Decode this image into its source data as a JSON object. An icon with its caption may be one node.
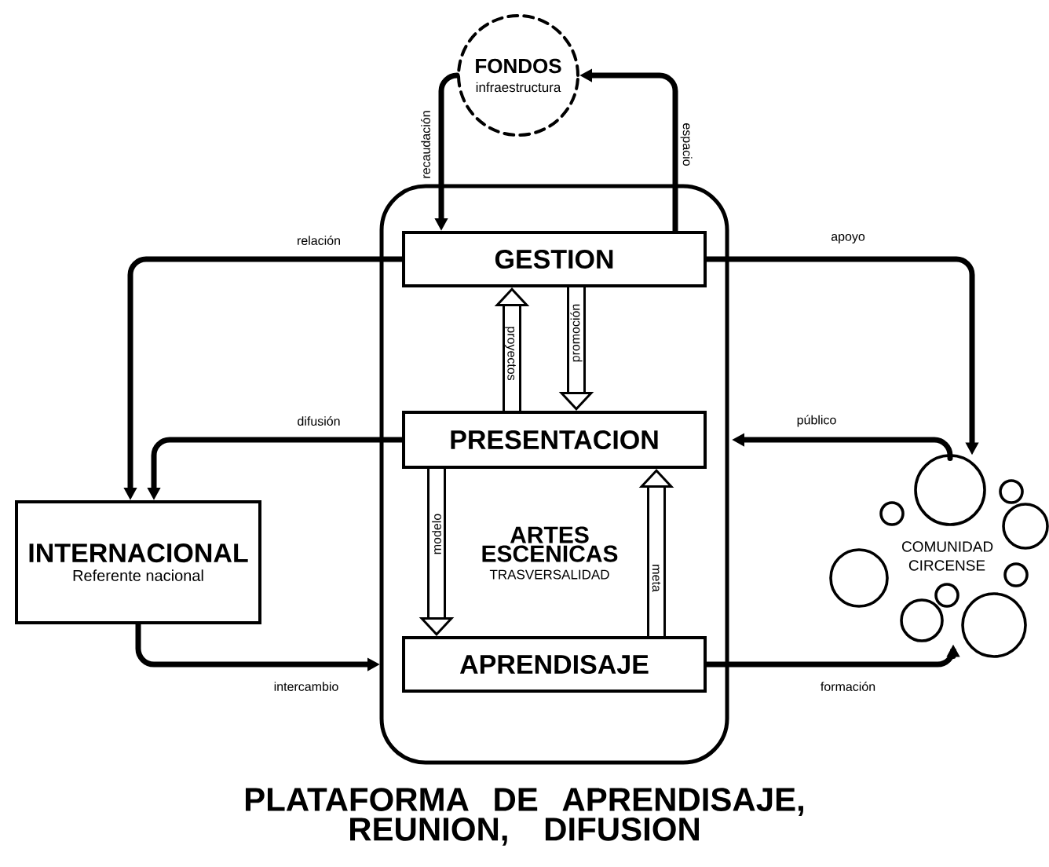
{
  "diagram": {
    "title": "PLATAFORMA DE APRENDISAJE, REUNION, DIFUSION",
    "nodes": [
      {
        "text": [
          "FONDOS",
          "infraestructura"
        ]
      },
      {
        "text": [
          "ARTES ESCENICAS",
          "TRASVERSALIDAD"
        ]
      },
      {
        "text": [
          "GESTION"
        ],
        "in": 1
      },
      {
        "text": [
          "PRESENTACION"
        ],
        "in": 1
      },
      {
        "text": [
          "APRENDISAJE"
        ],
        "in": 1
      },
      {
        "text": [
          "INTERNACIONAL",
          "Referente nacional"
        ]
      },
      {
        "text": [
          "COMUNIDAD CIRCENSE"
        ]
      }
    ],
    "edges": [
      {
        "from": 0,
        "to": 2,
        "arrow": "to",
        "label": "recaudación"
      },
      {
        "from": 2,
        "to": 0,
        "arrow": "to",
        "label": "espacio"
      },
      {
        "from": 2,
        "to": 5,
        "arrow": "to",
        "label": "relación"
      },
      {
        "from": 3,
        "to": 5,
        "arrow": "to",
        "label": "difusión"
      },
      {
        "from": 5,
        "to": 4,
        "arrow": "to",
        "label": "intercambio"
      },
      {
        "from": 3,
        "to": 2,
        "arrow": "to",
        "label": "proyectos",
        "style": "thick"
      },
      {
        "from": 2,
        "to": 3,
        "arrow": "to",
        "label": "promoción",
        "style": "thick"
      },
      {
        "from": 3,
        "to": 4,
        "arrow": "to",
        "label": "modelo",
        "style": "thick"
      },
      {
        "from": 4,
        "to": 3,
        "arrow": "to",
        "label": "meta",
        "style": "thick"
      },
      {
        "from": 2,
        "to": 6,
        "arrow": "to",
        "label": "apoyo"
      },
      {
        "from": 6,
        "to": 3,
        "arrow": "to",
        "label": "público"
      },
      {
        "from": 4,
        "to": 6,
        "arrow": "to",
        "label": "formación"
      }
    ]
  }
}
